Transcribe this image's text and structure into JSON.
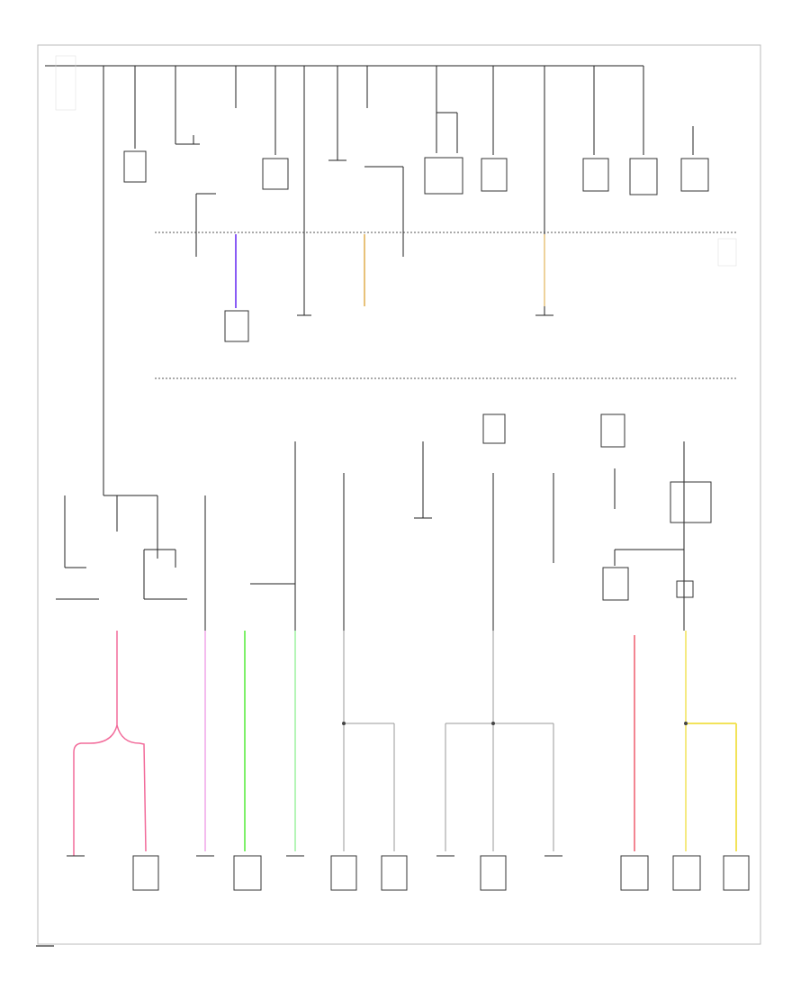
{
  "diagram": {
    "kind": "wiring-schematic",
    "page_number": "",
    "wire_colors": {
      "violet": "#8a5cf5",
      "tan": "#e8c27a",
      "pink": "#f26b9a",
      "light_pink": "#f0a6e8",
      "green": "#7ef06a",
      "light_green": "#9df2a0",
      "red": "#ef5d6f",
      "yellow": "#f2e35a"
    },
    "fuse_count_top": 12,
    "fuse_count_bottom": 8,
    "note": ""
  }
}
